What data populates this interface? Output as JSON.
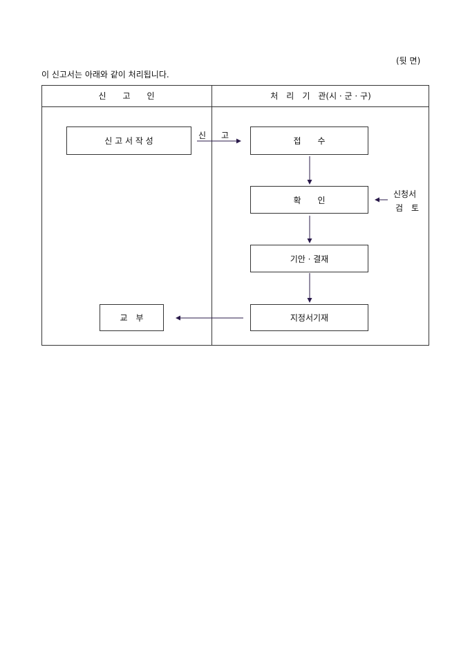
{
  "page_side": "(뒷 면)",
  "intro": "이 신고서는 아래와 같이 처리됩니다.",
  "table": {
    "col_left_header": "신　　고　　인",
    "col_right_header": "처　리　기　관(시 · 군 · 구)"
  },
  "flow": {
    "write": "신 고 서 작 성",
    "submit_label_1": "신",
    "submit_label_2": "고",
    "receive": "접　　수",
    "confirm": "확　　인",
    "review_1": "신청서",
    "review_2": "검　토",
    "draft": "기안 · 결재",
    "record": "지정서기재",
    "issue": "교　부"
  },
  "colors": {
    "arrow": "#2a1a4a",
    "border": "#333333"
  }
}
